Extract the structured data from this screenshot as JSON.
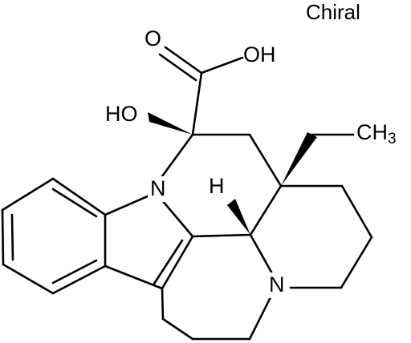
{
  "chiral_label": "Chiral",
  "atoms": {
    "carbonyl_oxygen": "O",
    "acid_hydroxyl": "OH",
    "hydroxyl": "HO",
    "indole_nitrogen": "N",
    "amine_nitrogen": "N",
    "hydrogen": "H",
    "methyl": "CH",
    "methyl_subscript": "3"
  },
  "colors": {
    "ink": "#000000",
    "background": "#ffffff"
  }
}
